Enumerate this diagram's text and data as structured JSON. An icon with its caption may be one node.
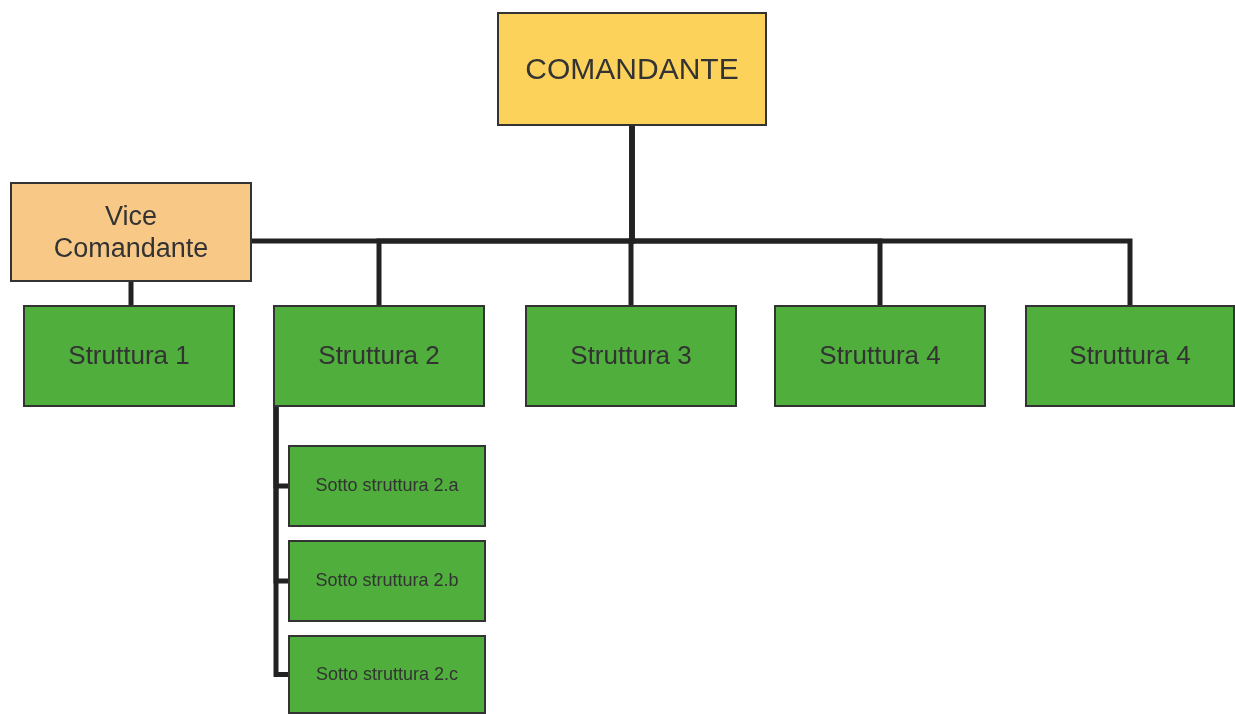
{
  "diagram": {
    "nodes": [
      {
        "text": [
          "COMANDANTE"
        ]
      },
      {
        "text": [
          "Vice Comandante"
        ]
      },
      {
        "text": [
          "Struttura 1"
        ]
      },
      {
        "text": [
          "Struttura 2"
        ]
      },
      {
        "text": [
          "Struttura 3"
        ]
      },
      {
        "text": [
          "Struttura 4"
        ]
      },
      {
        "text": [
          "Struttura 4"
        ]
      },
      {
        "text": [
          "Sotto struttura 2.a"
        ]
      },
      {
        "text": [
          "Sotto struttura 2.b"
        ]
      },
      {
        "text": [
          "Sotto struttura 2.c"
        ]
      }
    ],
    "edges": [
      {
        "from": 0,
        "to": 1,
        "arrow": "none"
      },
      {
        "from": 0,
        "to": 3,
        "arrow": "none"
      },
      {
        "from": 0,
        "to": 4,
        "arrow": "none"
      },
      {
        "from": 0,
        "to": 5,
        "arrow": "none"
      },
      {
        "from": 0,
        "to": 6,
        "arrow": "none"
      },
      {
        "from": 1,
        "to": 2,
        "arrow": "none"
      },
      {
        "from": 3,
        "to": 7,
        "arrow": "none"
      },
      {
        "from": 3,
        "to": 8,
        "arrow": "none"
      },
      {
        "from": 3,
        "to": 9,
        "arrow": "none"
      }
    ]
  }
}
